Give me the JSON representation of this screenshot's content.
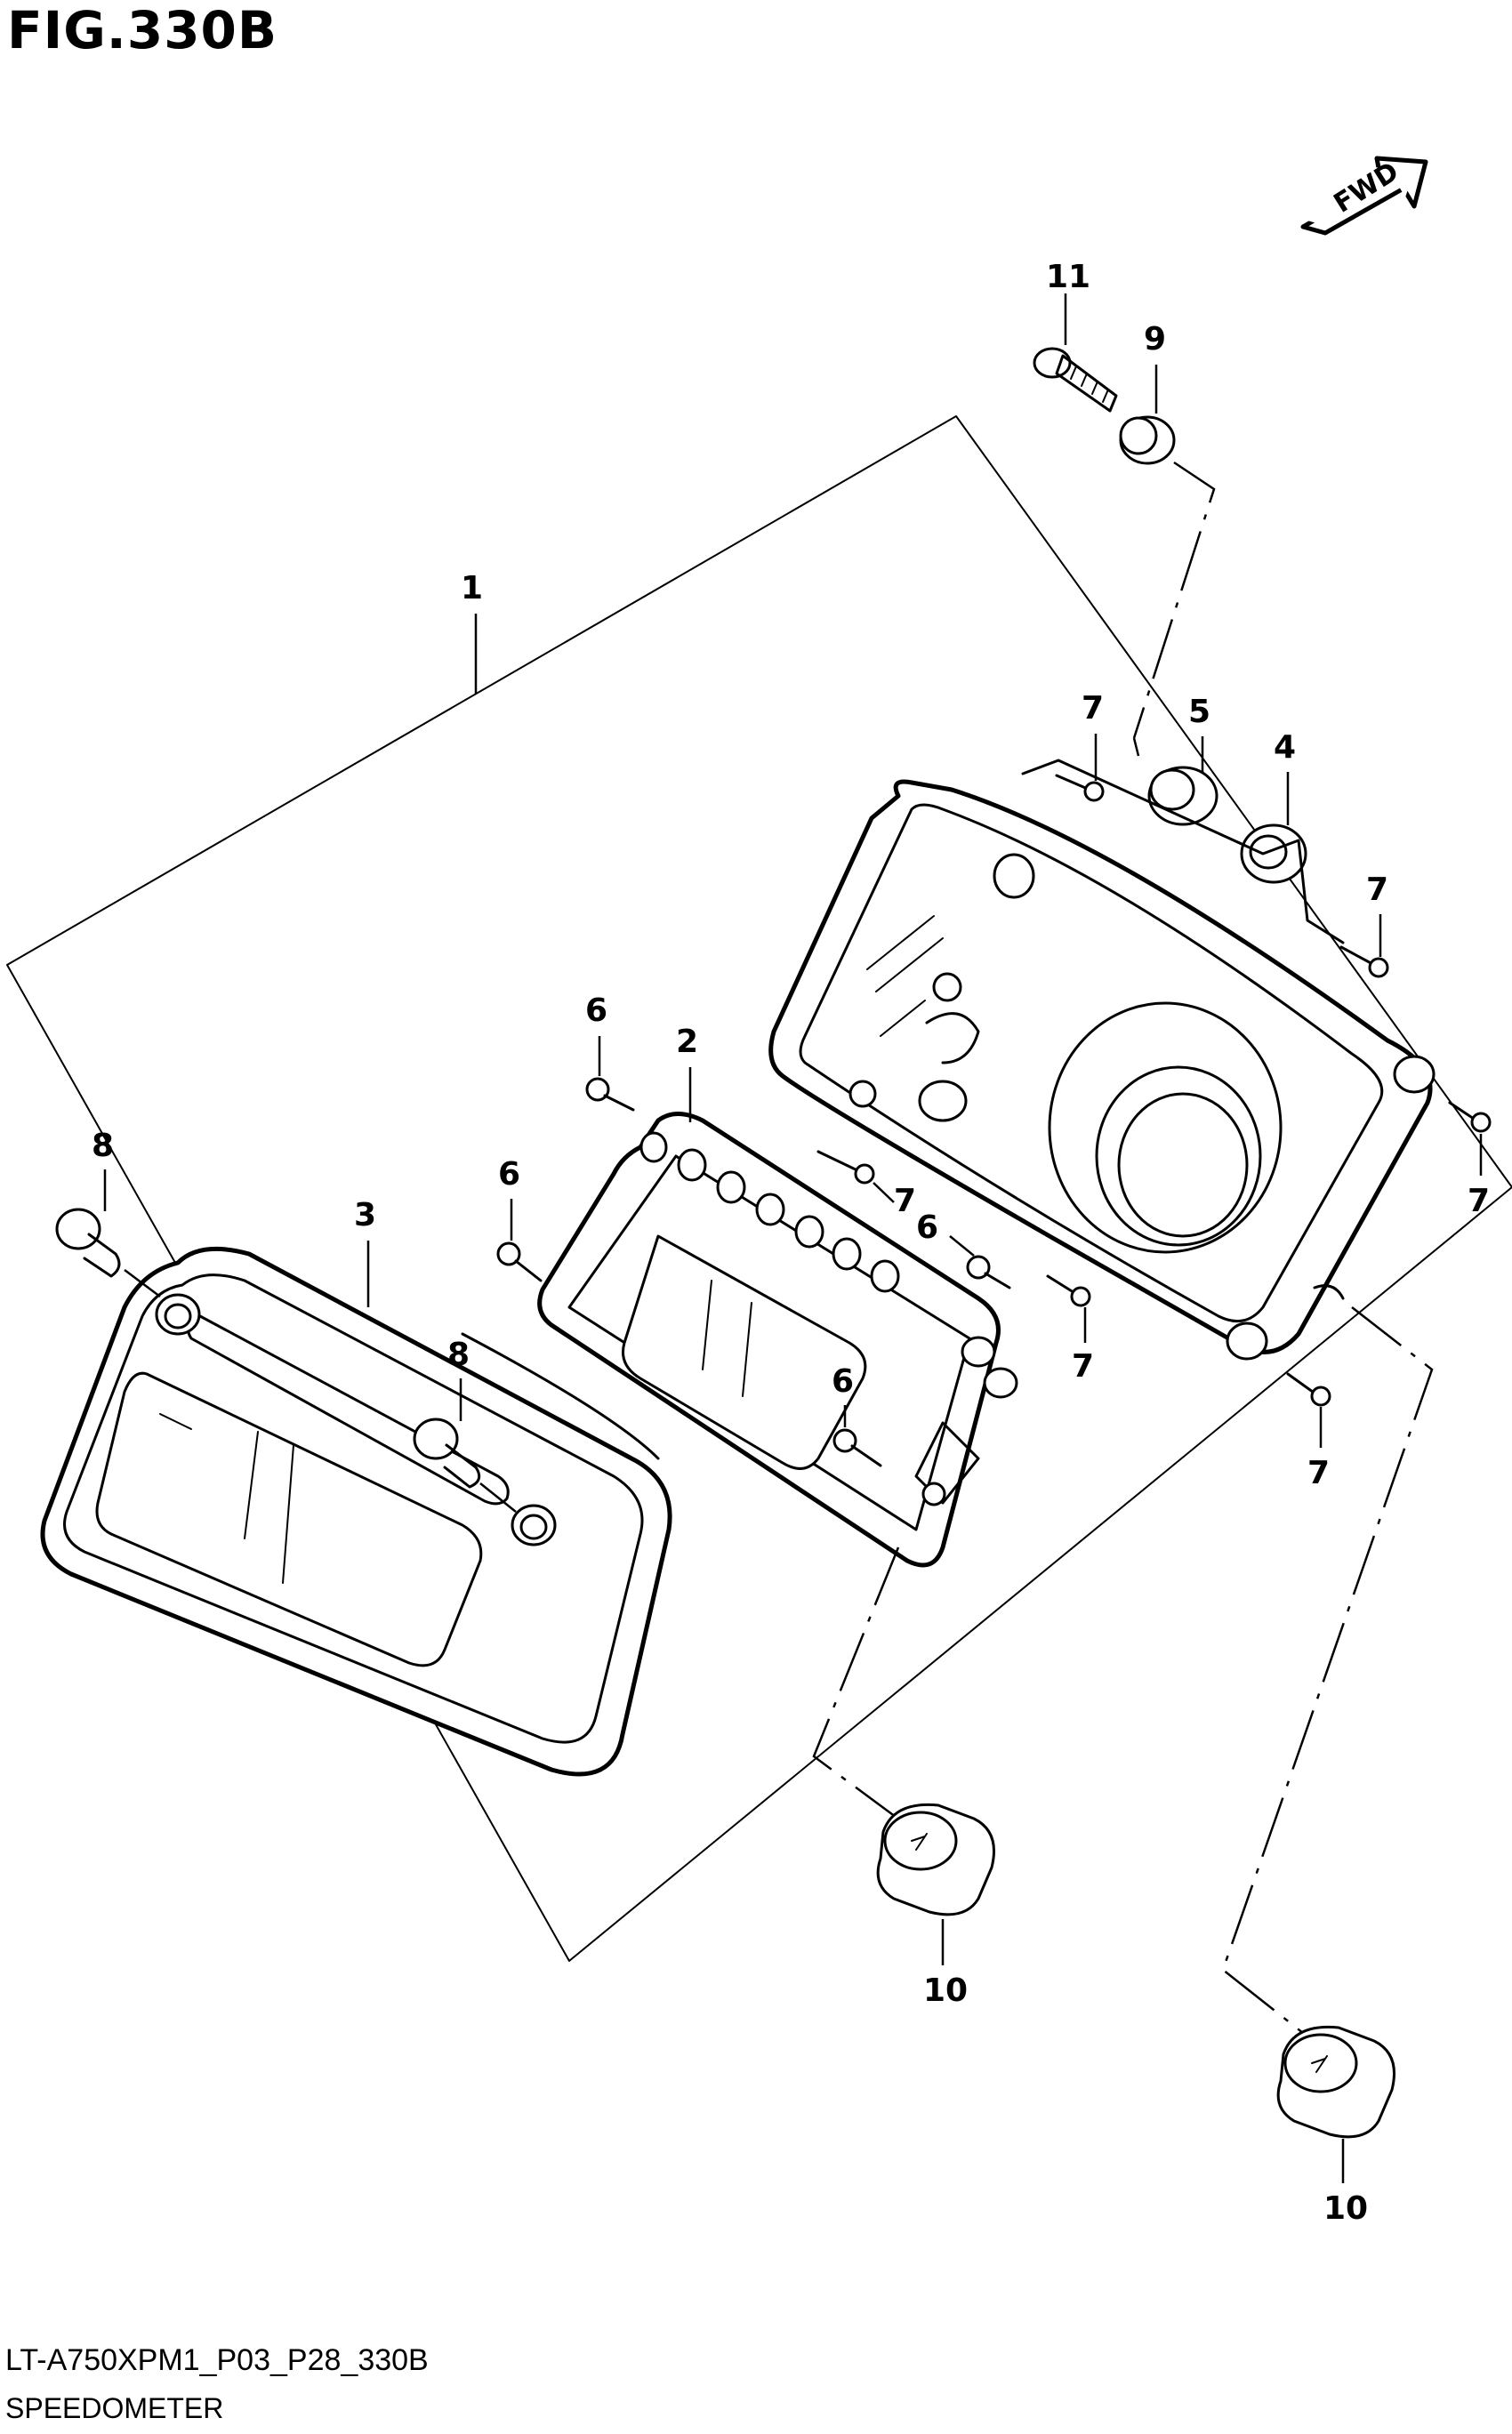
{
  "figure": {
    "title": "FIG.330B",
    "code": "LT-A750XPM1_P03_P28_330B",
    "caption": "SPEEDOMETER"
  },
  "fwd_arrow": {
    "label": "FWD"
  },
  "callouts": [
    {
      "id": "c1",
      "label": "1"
    },
    {
      "id": "c2",
      "label": "2"
    },
    {
      "id": "c3",
      "label": "3"
    },
    {
      "id": "c4",
      "label": "4"
    },
    {
      "id": "c5",
      "label": "5"
    },
    {
      "id": "c6a",
      "label": "6"
    },
    {
      "id": "c6b",
      "label": "6"
    },
    {
      "id": "c6c",
      "label": "6"
    },
    {
      "id": "c6d",
      "label": "6"
    },
    {
      "id": "c7a",
      "label": "7"
    },
    {
      "id": "c7b",
      "label": "7"
    },
    {
      "id": "c7c",
      "label": "7"
    },
    {
      "id": "c7d",
      "label": "7"
    },
    {
      "id": "c7e",
      "label": "7"
    },
    {
      "id": "c7f",
      "label": "7"
    },
    {
      "id": "c8a",
      "label": "8"
    },
    {
      "id": "c8b",
      "label": "8"
    },
    {
      "id": "c9",
      "label": "9"
    },
    {
      "id": "c10a",
      "label": "10"
    },
    {
      "id": "c10b",
      "label": "10"
    },
    {
      "id": "c11",
      "label": "11"
    }
  ]
}
